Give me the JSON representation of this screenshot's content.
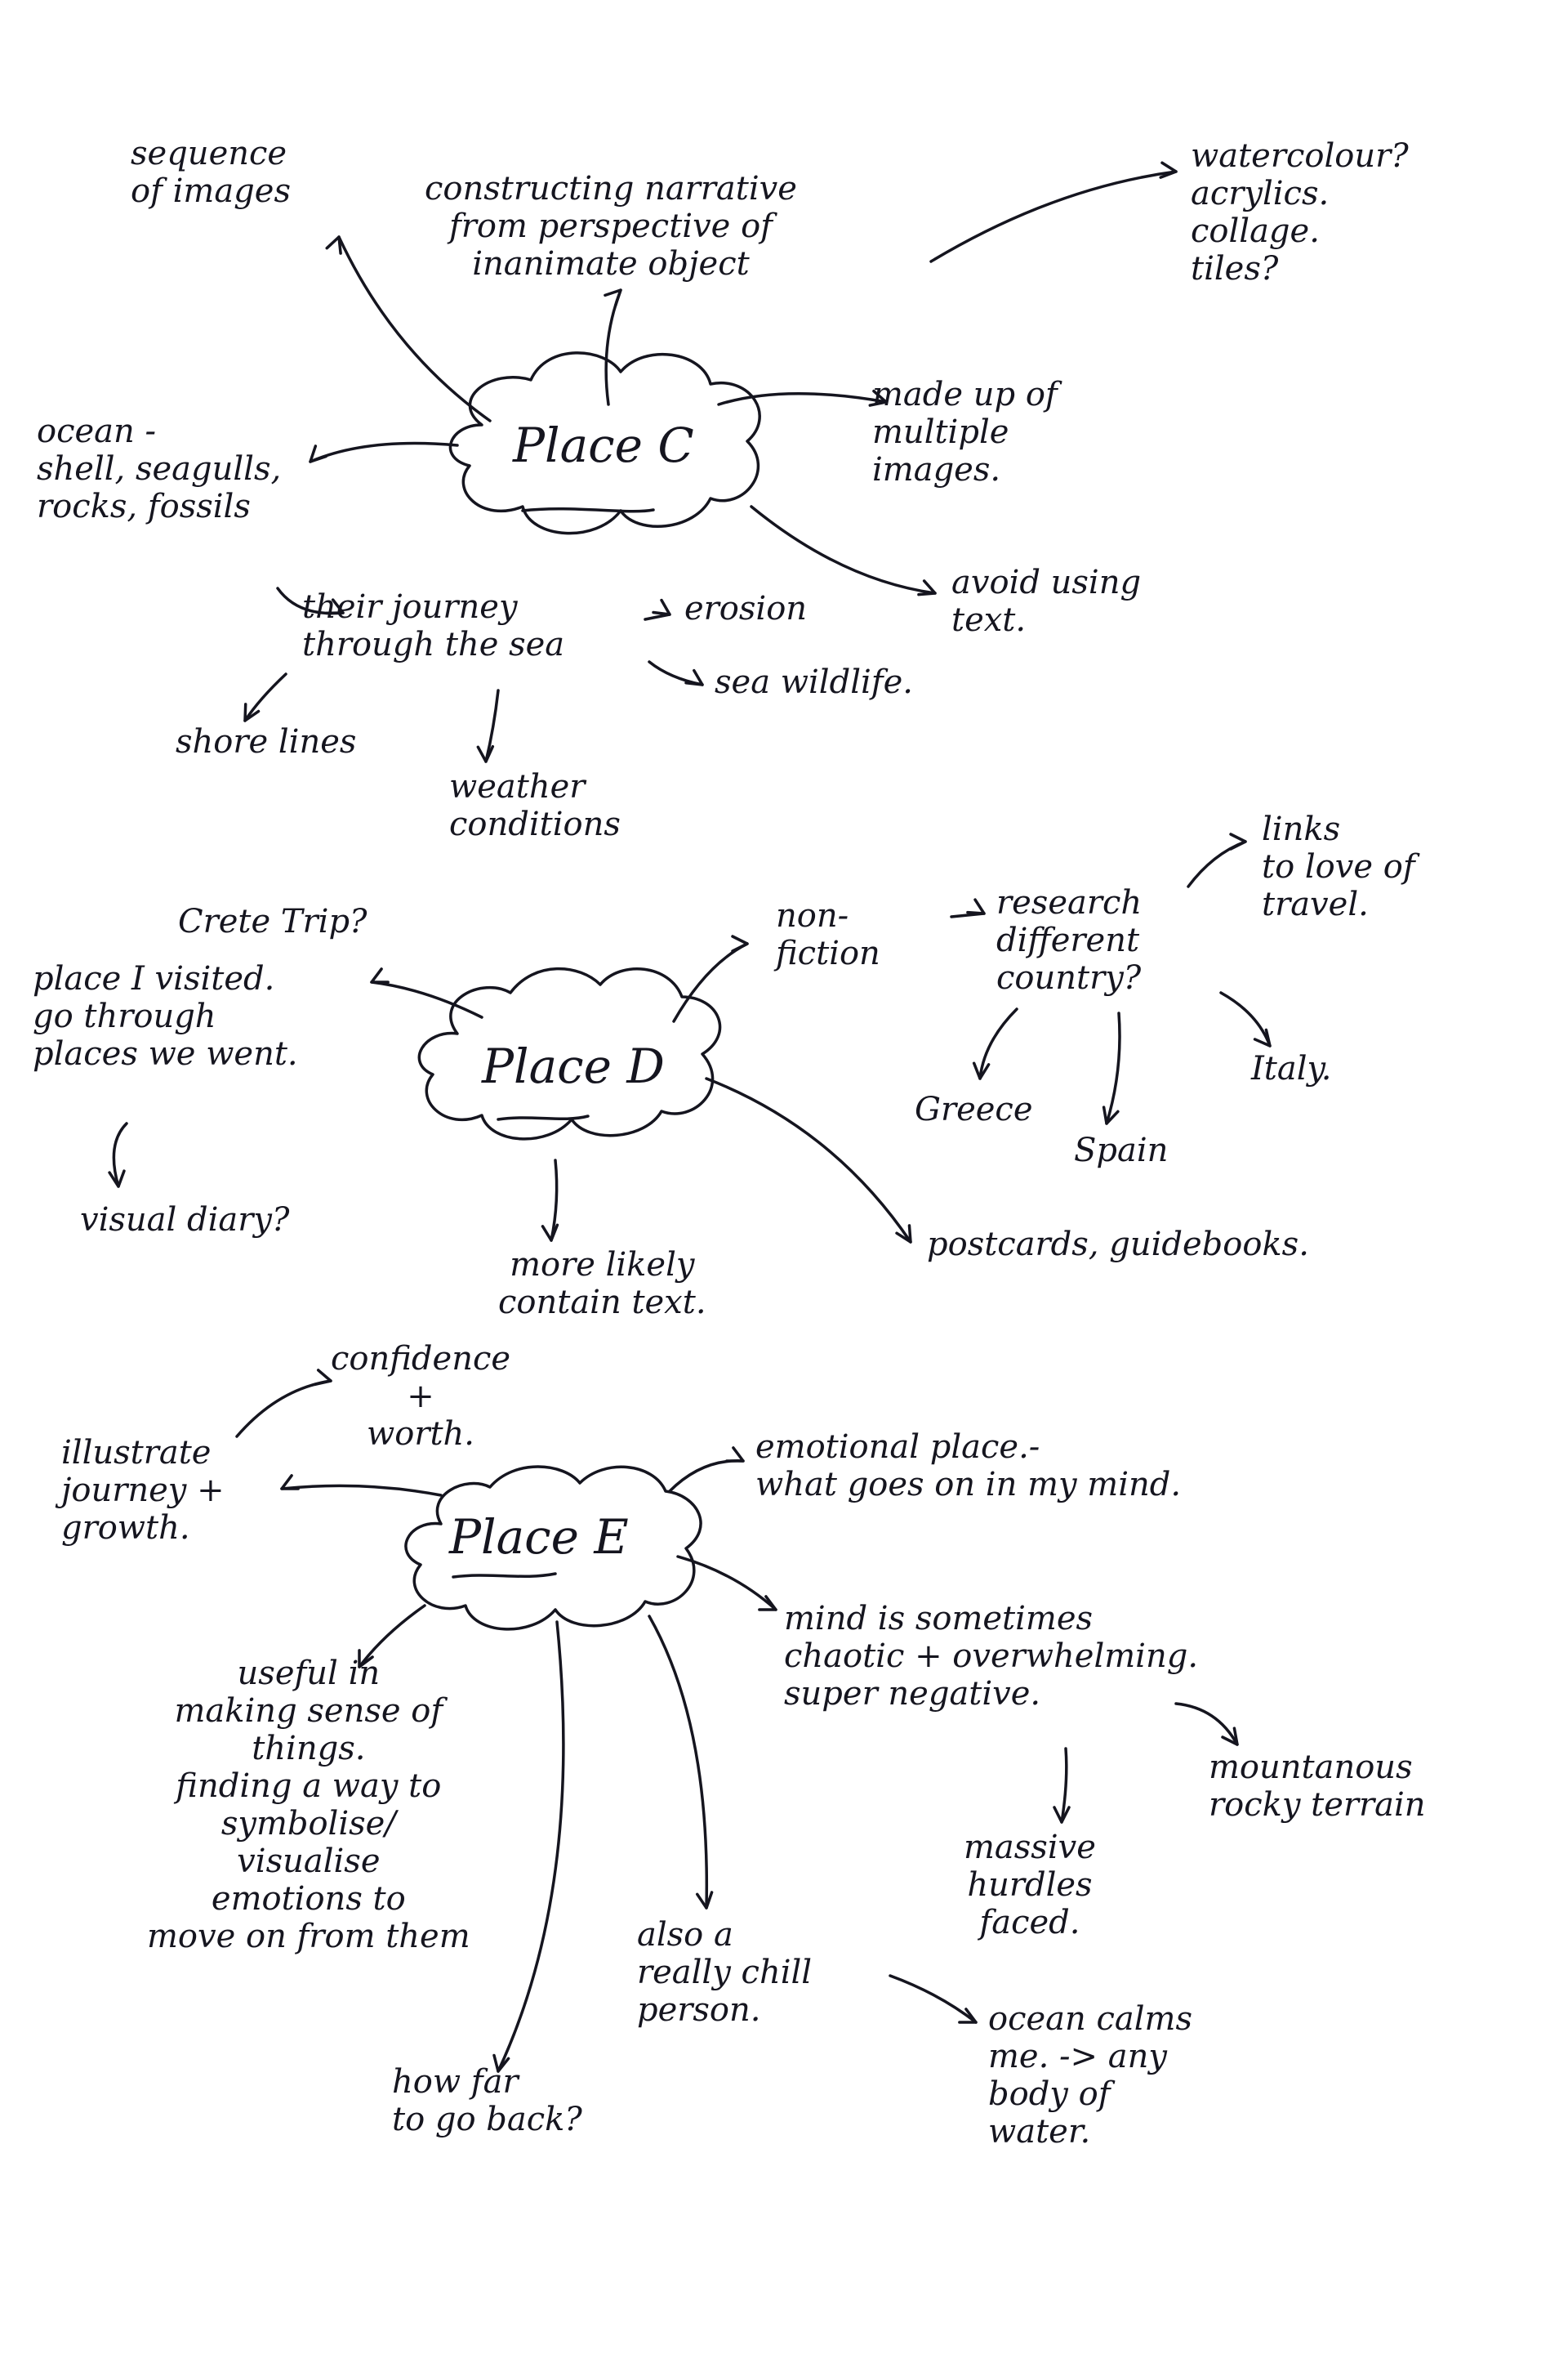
{
  "colors": {
    "paper": "#ffffff",
    "ink": "#15151f"
  },
  "place_c": {
    "title": "Place C",
    "sequence": "sequence\nof images",
    "narrative": "constructing narrative\nfrom perspective of\ninanimate object",
    "materials": "watercolour?\nacrylics.\ncollage.\ntiles?",
    "made_up": "made up of\nmultiple\nimages.",
    "ocean": "ocean -\nshell, seagulls,\nrocks, fossils",
    "avoid": "avoid using\ntext.",
    "journey": "their journey\nthrough the sea",
    "erosion": "erosion",
    "wildlife": "sea wildlife.",
    "shore": "shore lines",
    "weather": "weather\nconditions"
  },
  "place_d": {
    "title": "Place D",
    "crete": "Crete Trip?",
    "visited": "place I visited.\ngo through\nplaces we went.",
    "diary": "visual diary?",
    "likely": "more likely\ncontain text.",
    "nonfiction": "non-\nfiction",
    "research": "research\ndifferent\ncountry?",
    "links": "links\nto love of\ntravel.",
    "greece": "Greece",
    "spain": "Spain",
    "italy": "Italy.",
    "postcards": "postcards, guidebooks."
  },
  "place_e": {
    "title": "Place E",
    "confidence": "confidence\n+\nworth.",
    "illustrate": "illustrate\njourney +\ngrowth.",
    "emotional": "emotional place.-\nwhat goes on in my mind.",
    "mind": "mind is sometimes\nchaotic + overwhelming.\nsuper negative.",
    "mountainous": "mountanous\nrocky terrain",
    "hurdles": "massive\nhurdles\nfaced.",
    "useful": "useful in\nmaking sense of\nthings.\nfinding a way to\nsymbolise/\nvisualise\nemotions to\nmove on from them",
    "chill": "also a\nreally chill\nperson.",
    "ocean_calms": "ocean calms\nme. -> any\nbody of\nwater.",
    "how_far": "how far\nto go back?"
  }
}
